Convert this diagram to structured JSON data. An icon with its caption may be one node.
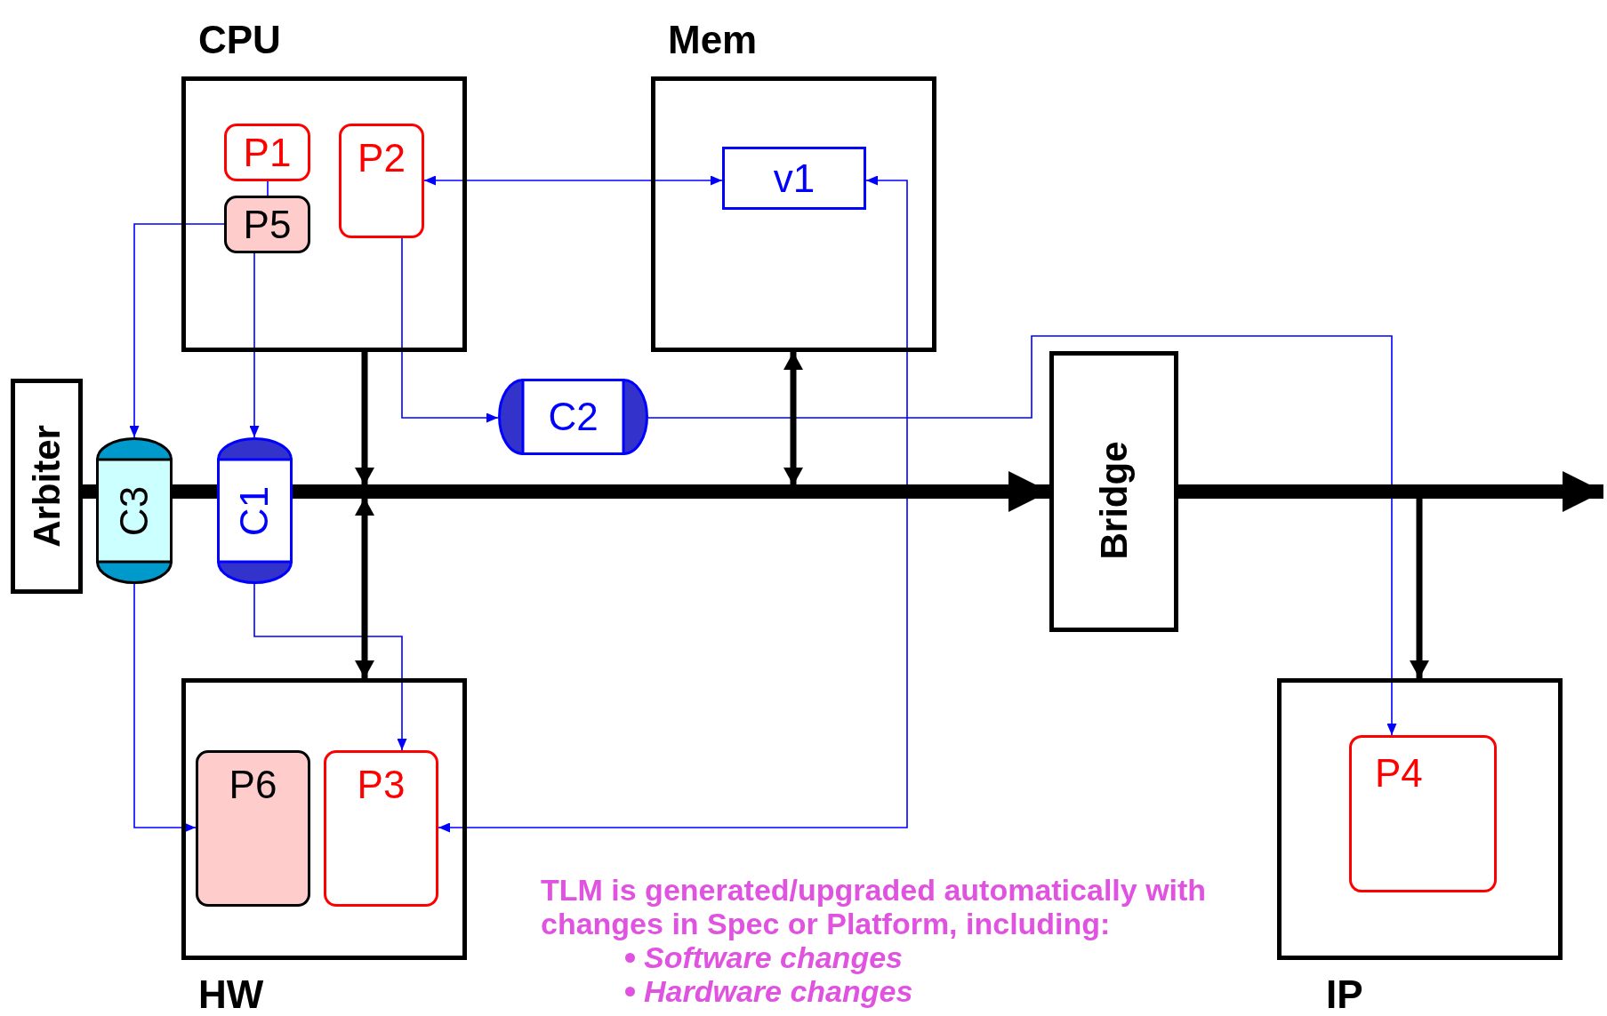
{
  "diagram": {
    "nodes": [
      {
        "text": [
          "CPU"
        ]
      },
      {
        "text": [
          "P1"
        ],
        "in": 0
      },
      {
        "text": [
          "P5"
        ],
        "in": 0
      },
      {
        "text": [
          "P2"
        ],
        "in": 0
      },
      {
        "text": [
          "Mem"
        ]
      },
      {
        "text": [
          "v1"
        ],
        "in": 4
      },
      {
        "text": [
          "Arbiter"
        ]
      },
      {
        "text": [
          "C3"
        ]
      },
      {
        "text": [
          "C1"
        ]
      },
      {
        "text": [
          "C2"
        ]
      },
      {
        "text": [
          "Bridge"
        ]
      },
      {
        "text": [
          "HW"
        ]
      },
      {
        "text": [
          "P6"
        ],
        "in": 11
      },
      {
        "text": [
          "P3"
        ],
        "in": 11
      },
      {
        "text": [
          "IP"
        ]
      },
      {
        "text": [
          "P4"
        ],
        "in": 14
      }
    ],
    "edges": [
      {
        "from": 1,
        "to": 2,
        "arrow": "none"
      },
      {
        "from": 2,
        "to": 7,
        "arrow": "to"
      },
      {
        "from": 2,
        "to": 8,
        "arrow": "to"
      },
      {
        "from": 3,
        "to": 5,
        "arrow": "both"
      },
      {
        "from": 3,
        "to": 9,
        "arrow": "to"
      },
      {
        "from": 9,
        "to": 15,
        "arrow": "to"
      },
      {
        "from": 7,
        "to": 12,
        "arrow": "to"
      },
      {
        "from": 8,
        "to": 13,
        "arrow": "to"
      },
      {
        "from": 13,
        "to": 5,
        "arrow": "both"
      },
      {
        "from": 6,
        "to": 7,
        "arrow": "none",
        "style": "thick",
        "color": "#000000"
      },
      {
        "from": 7,
        "to": 8,
        "arrow": "none",
        "style": "thick",
        "color": "#000000"
      },
      {
        "from": 8,
        "to": 10,
        "arrow": "to",
        "style": "thick",
        "color": "#000000"
      },
      {
        "from": 10,
        "to": null,
        "arrow": "to",
        "style": "thick",
        "color": "#000000"
      },
      {
        "from": 0,
        "to": null,
        "arrow": "to",
        "style": "thick",
        "color": "#000000"
      },
      {
        "from": null,
        "to": 11,
        "arrow": "both",
        "style": "thick",
        "color": "#000000"
      },
      {
        "from": null,
        "to": 4,
        "arrow": "both",
        "style": "thick",
        "color": "#000000"
      },
      {
        "from": null,
        "to": 14,
        "arrow": "to",
        "style": "thick",
        "color": "#000000"
      }
    ],
    "labels": [
      "TLM is generated/upgraded automatically with changes in Spec or Platform, including:",
      "Software changes",
      "Hardware changes"
    ]
  }
}
